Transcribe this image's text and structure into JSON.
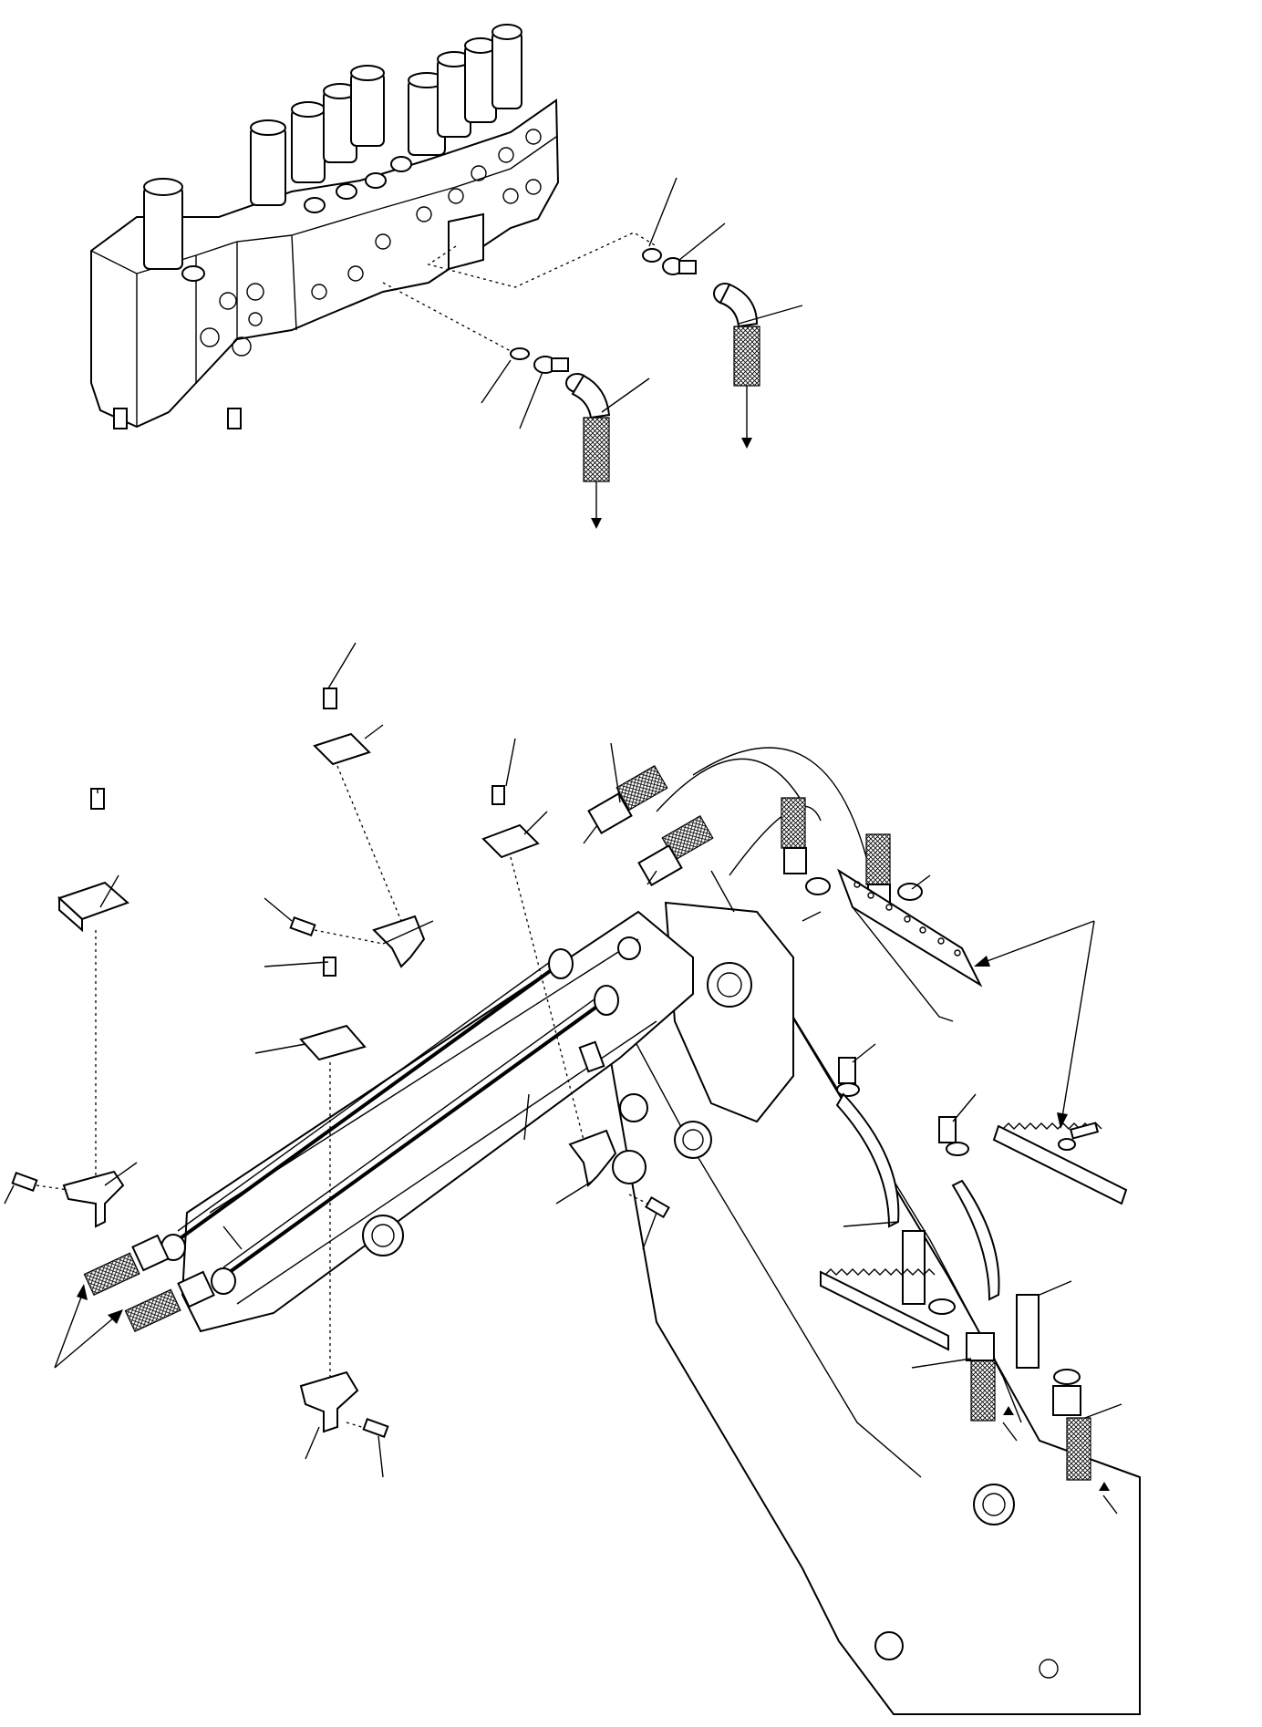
{
  "drawing": {
    "sheet_text": [],
    "assemblies": [
      "control-valve",
      "boom-piping"
    ],
    "callout_count": 38,
    "flow_arrow_count": 7
  }
}
